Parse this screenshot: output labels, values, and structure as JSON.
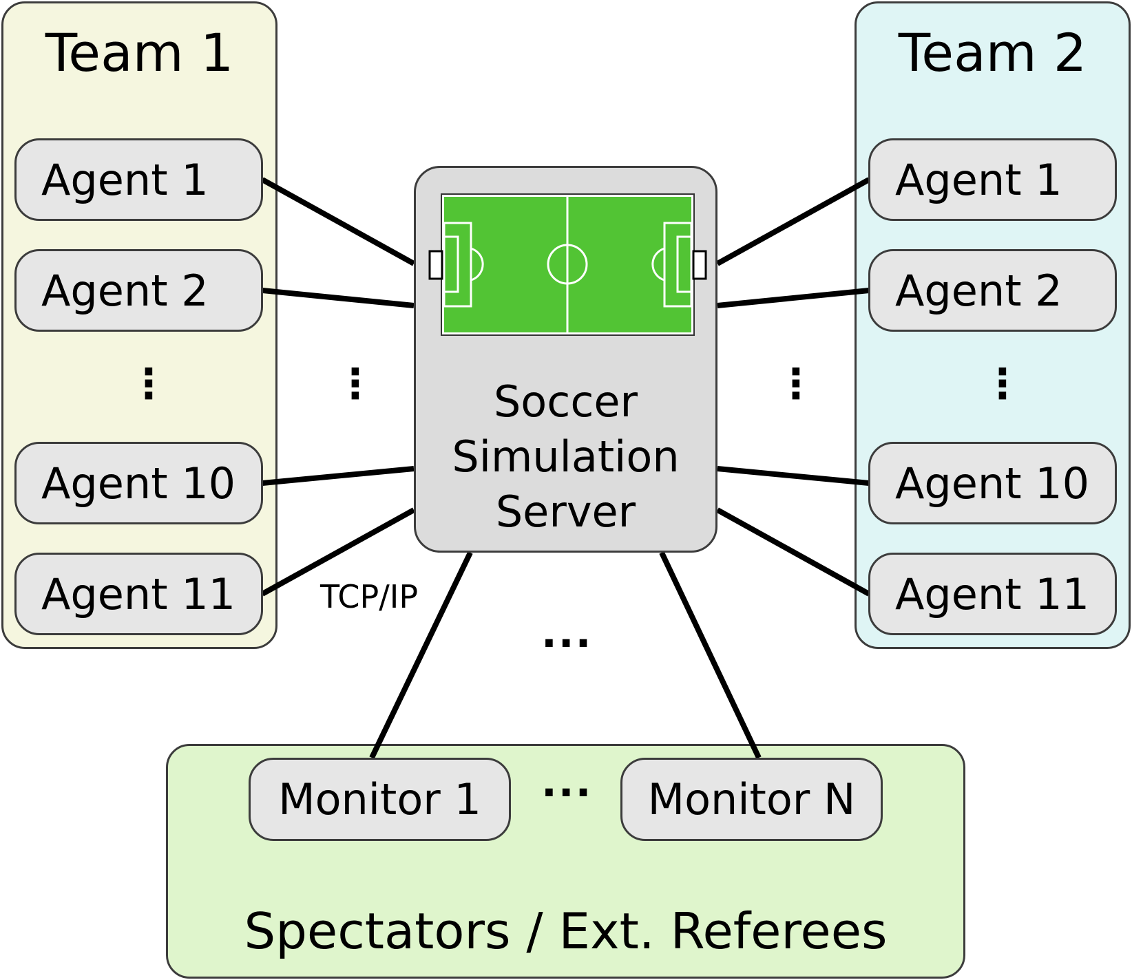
{
  "team1": {
    "title": "Team 1",
    "agents": [
      "Agent 1",
      "Agent 2",
      "Agent 10",
      "Agent 11"
    ],
    "ellipsis": "⋮"
  },
  "team2": {
    "title": "Team 2",
    "agents": [
      "Agent 1",
      "Agent 2",
      "Agent 10",
      "Agent 11"
    ],
    "ellipsis": "⋮"
  },
  "server": {
    "lines": [
      "Soccer",
      "Simulation",
      "Server"
    ],
    "field_color": "#52c434"
  },
  "links": {
    "protocol_label": "TCP/IP",
    "ellipsis_vertical": "⋮",
    "ellipsis_horizontal": "···"
  },
  "spectators": {
    "title": "Spectators / Ext. Referees",
    "monitors": [
      "Monitor 1",
      "Monitor N"
    ],
    "ellipsis": "···"
  },
  "colors": {
    "team1_bg": "#f5f6df",
    "team2_bg": "#dff5f5",
    "spectators_bg": "#dff5cc",
    "box_bg": "#e6e6e6",
    "server_bg": "#dcdcdc",
    "field_green": "#52c434"
  }
}
